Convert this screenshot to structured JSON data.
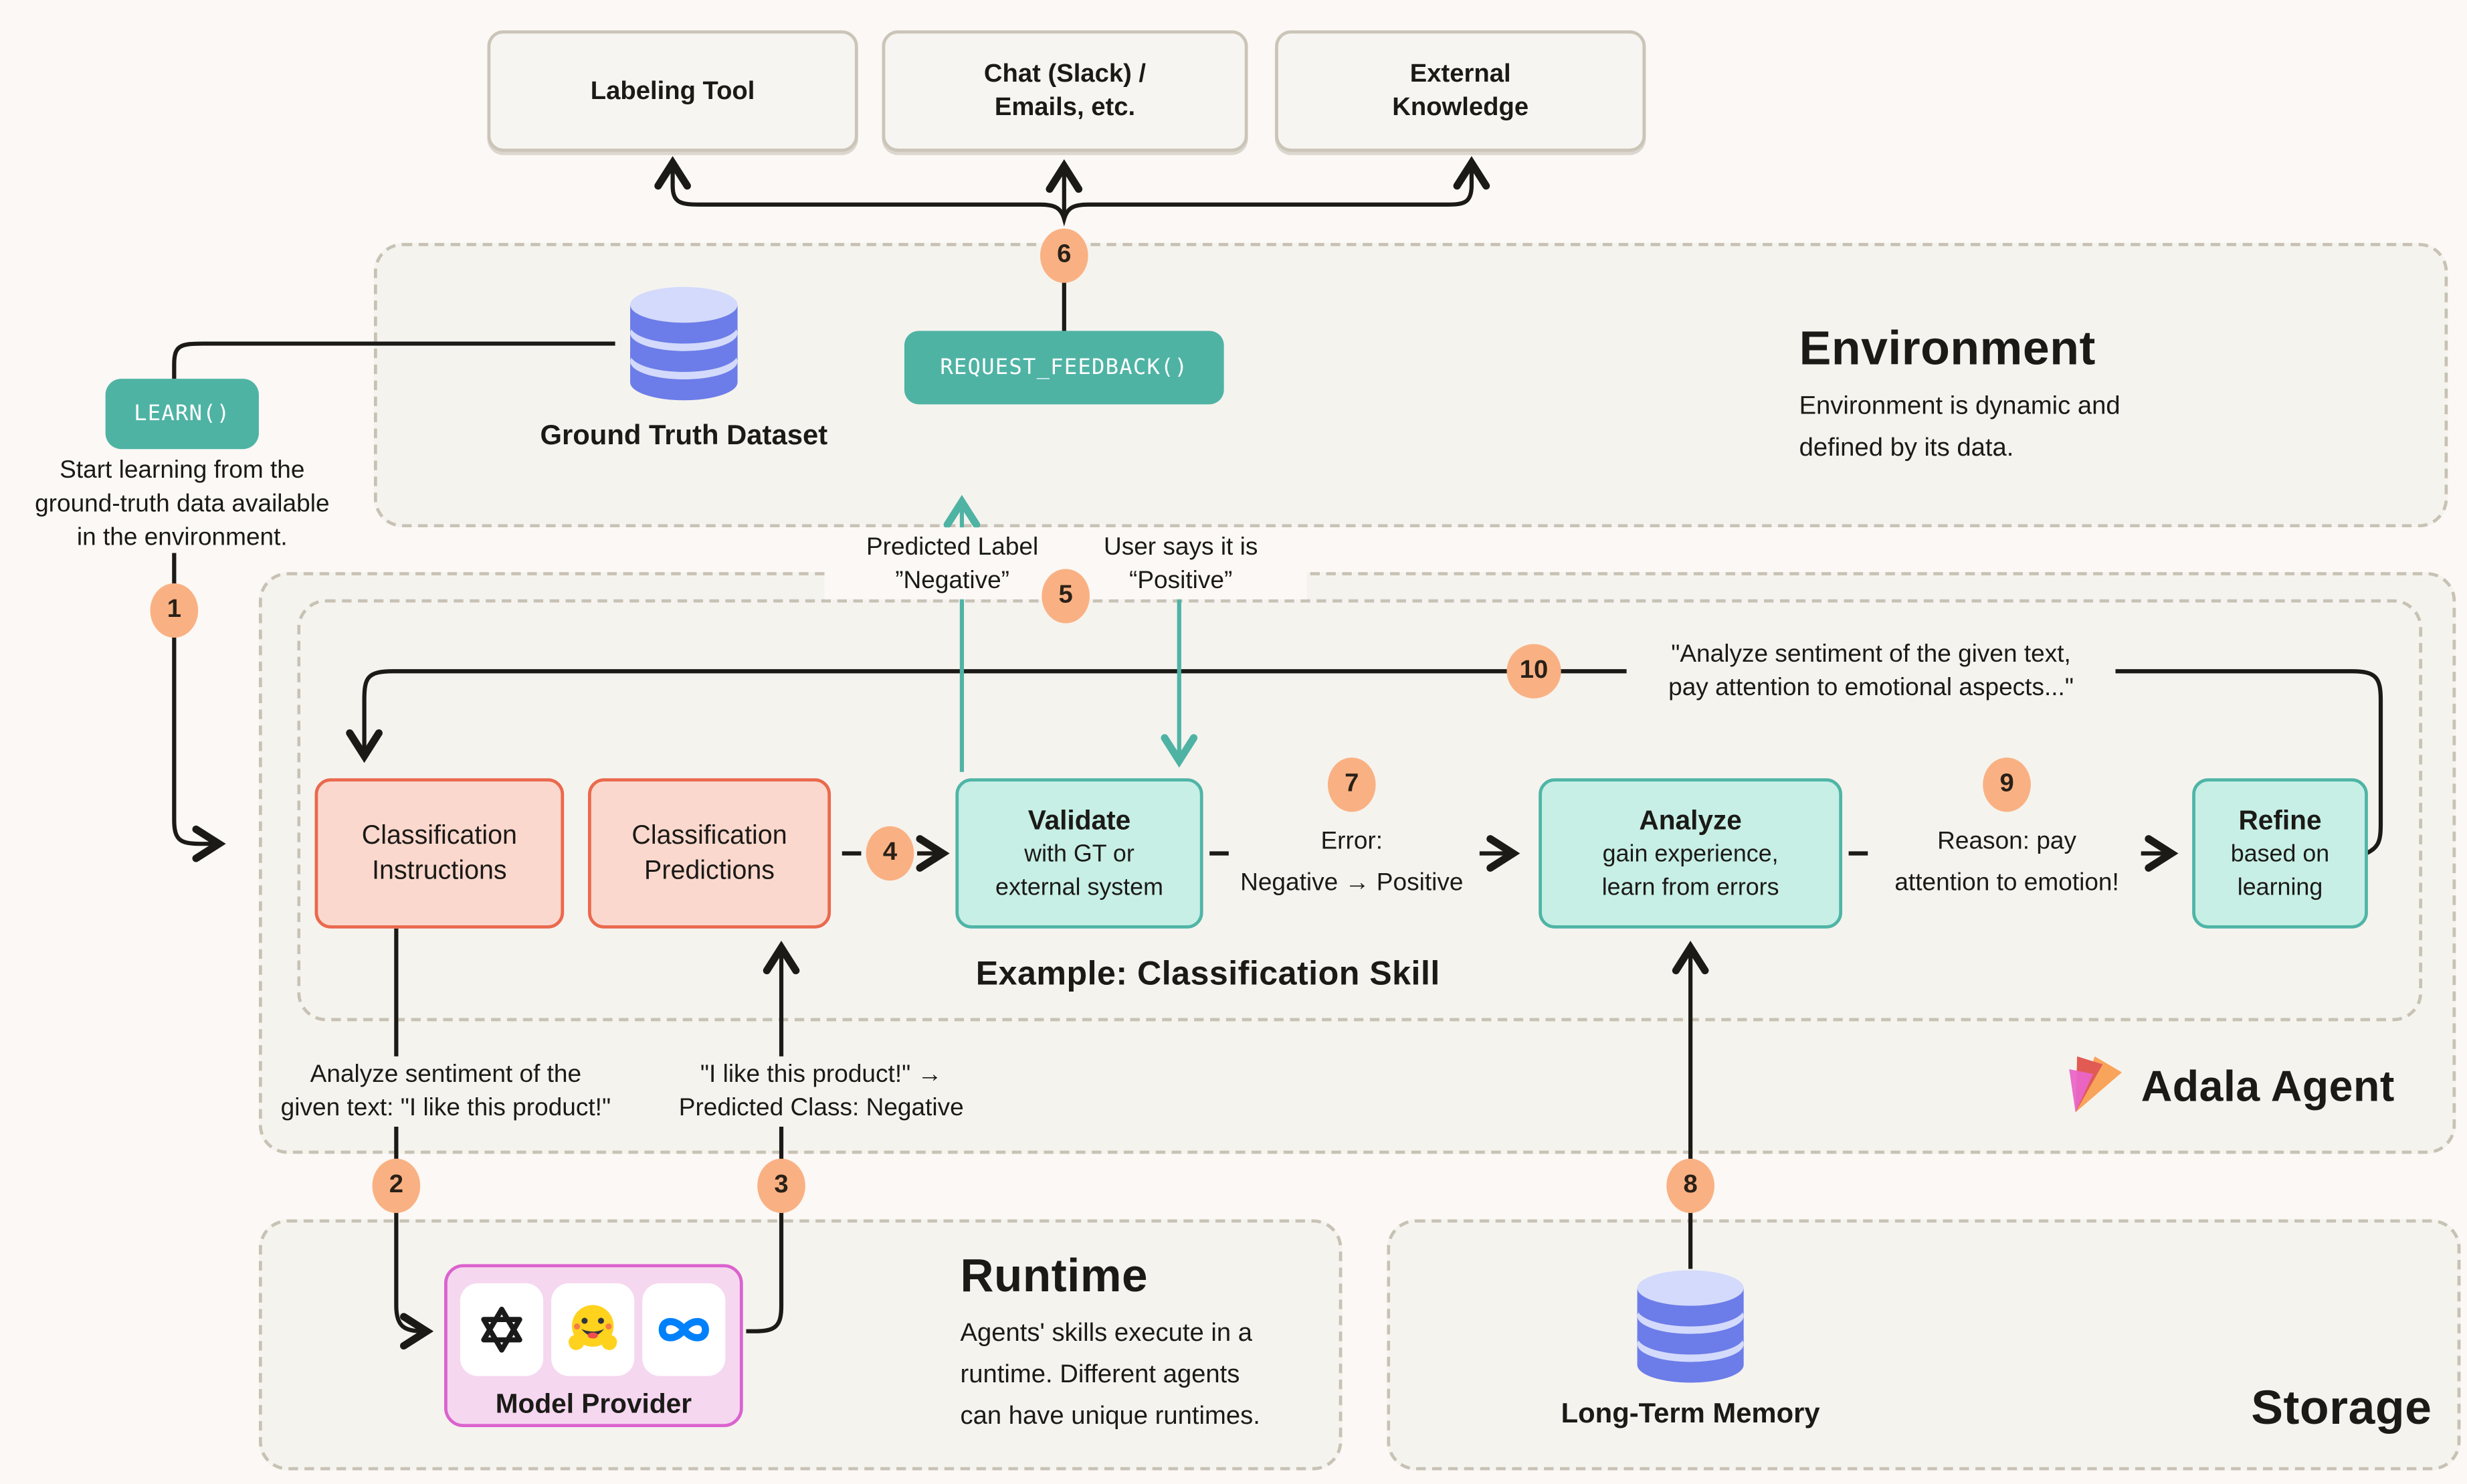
{
  "sources": [
    {
      "lines": [
        "Labeling Tool",
        ""
      ]
    },
    {
      "lines": [
        "Chat (Slack) /",
        "Emails, etc."
      ]
    },
    {
      "lines": [
        "External",
        "Knowledge"
      ]
    }
  ],
  "environment": {
    "title": "Environment",
    "subtitle": [
      "Environment is dynamic and",
      "defined by its data."
    ],
    "dataset_label": "Ground Truth Dataset",
    "request_feedback_label": "REQUEST_FEEDBACK()"
  },
  "learn": {
    "label": "LEARN()",
    "caption": [
      "Start learning from the",
      "ground-truth data available",
      "in the environment."
    ]
  },
  "feedback": {
    "predicted": [
      "Predicted Label",
      "”Negative”"
    ],
    "user": [
      "User says it is",
      "“Positive”"
    ]
  },
  "loop_quote": [
    "\"Analyze sentiment of the given text,",
    "pay attention to emotional aspects...\""
  ],
  "skill": {
    "instructions": [
      "Classification",
      "Instructions"
    ],
    "predictions": [
      "Classification",
      "Predictions"
    ],
    "validate": {
      "title": "Validate",
      "lines": [
        "with GT or",
        "external system"
      ]
    },
    "error": [
      "Error:",
      "Negative → Positive"
    ],
    "analyze": {
      "title": "Analyze",
      "lines": [
        "gain experience,",
        "learn from errors"
      ]
    },
    "reason": [
      "Reason: pay",
      "attention to emotion!"
    ],
    "refine": {
      "title": "Refine",
      "lines": [
        "based on",
        "learning"
      ]
    },
    "example_title": "Example: Classification Skill"
  },
  "agent": {
    "brand": "Adala Agent"
  },
  "annotations": {
    "step2": [
      "Analyze sentiment of the",
      "given text: \"I like this product!\""
    ],
    "step3": [
      "\"I like this product!\" →",
      "Predicted Class: Negative"
    ]
  },
  "runtime": {
    "title": "Runtime",
    "body": [
      "Agents' skills execute in a",
      "runtime. Different agents",
      "can have unique runtimes."
    ],
    "model_provider": "Model Provider",
    "provider_icons": [
      "openai-icon",
      "huggingface-icon",
      "meta-icon"
    ]
  },
  "storage": {
    "title": "Storage",
    "memory_label": "Long-Term Memory"
  },
  "steps": [
    "1",
    "2",
    "3",
    "4",
    "5",
    "6",
    "7",
    "8",
    "9",
    "10"
  ],
  "colors": {
    "page_bg": "#FBF8F5",
    "section_bg": "#F5F3EE",
    "dashed_border": "#C8C2B5",
    "teal": "#4FB3A4",
    "mint": "#C7EFE5",
    "salmon": "#FBD8CD",
    "salmon_border": "#EA694E",
    "step_orange": "#F9B183",
    "db_blue": "#6C7CE8",
    "db_light": "#D3DAFB",
    "provider_pink": "#F5D7F0",
    "provider_border": "#DB63CE",
    "meta_blue": "#0080FB",
    "logo_orange": "#F9A45B",
    "logo_red": "#E15A54",
    "logo_magenta": "#E966C7"
  }
}
